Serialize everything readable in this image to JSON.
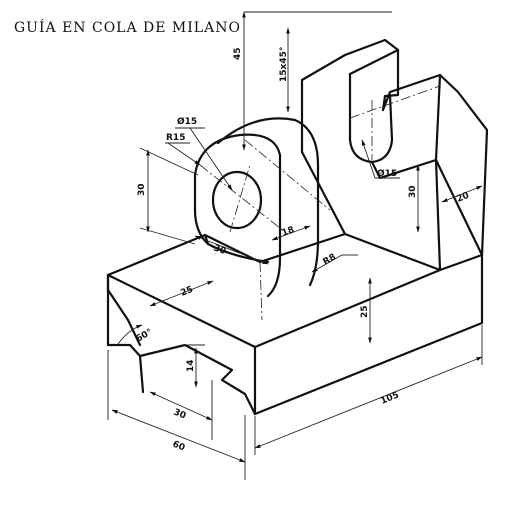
{
  "title": "GUÍA EN COLA DE MILANO",
  "dimensions": {
    "d45": "45",
    "chamfer": "15x45°",
    "dia15_top": "Ø15",
    "r15": "R15",
    "h30_left": "30",
    "w30_boss": "30",
    "d18": "18",
    "r8": "R8",
    "dia15_right": "Ø15",
    "h30_right": "30",
    "d20": "20",
    "d25_top": "25",
    "d25_side": "25",
    "angle60": "60°",
    "d14": "14",
    "d30_bottom": "30",
    "d60": "60",
    "d105": "105"
  }
}
